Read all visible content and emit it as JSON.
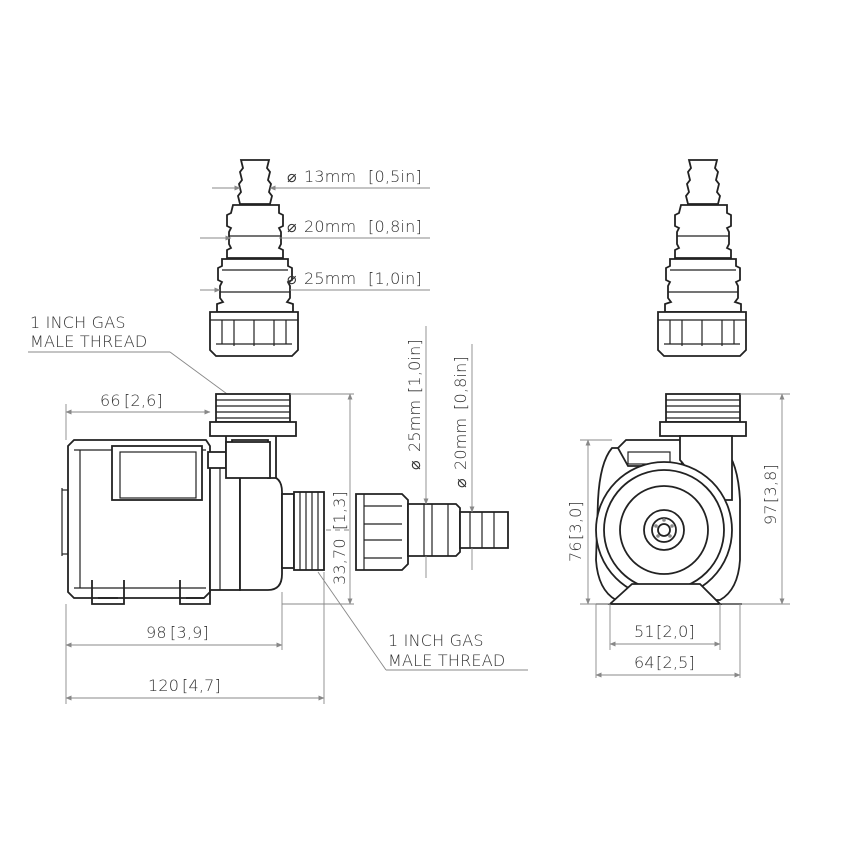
{
  "colors": {
    "outline": "#222222",
    "dimension": "#888888",
    "text": "#333333",
    "background": "#ffffff"
  },
  "dimensions": {
    "hose_13": {
      "value": "13mm",
      "bracket": "[0,5in]"
    },
    "hose_20": {
      "value": "20mm",
      "bracket": "[0,8in]"
    },
    "hose_25": {
      "value": "25mm",
      "bracket": "[1,0in]"
    },
    "side_25": {
      "value": "25mm",
      "bracket": "[1,0in]"
    },
    "side_20": {
      "value": "20mm",
      "bracket": "[0,8in]"
    },
    "width_66": {
      "value": "66",
      "bracket": "[2,6]"
    },
    "height_33": {
      "value": "33,70",
      "bracket": "[1,3]"
    },
    "length_98": {
      "value": "98",
      "bracket": "[3,9]"
    },
    "length_120": {
      "value": "120",
      "bracket": "[4,7]"
    },
    "height_76": {
      "value": "76",
      "bracket": "[3,0]"
    },
    "height_97": {
      "value": "97",
      "bracket": "[3,8]"
    },
    "width_51": {
      "value": "51",
      "bracket": "[2,0]"
    },
    "width_64": {
      "value": "64",
      "bracket": "[2,5]"
    },
    "diameter_symbol": "⌀"
  },
  "annotations": {
    "top_thread": {
      "line1": "1 INCH GAS",
      "line2": "MALE  THREAD"
    },
    "side_thread": {
      "line1": "1 INCH GAS",
      "line2": "MALE  THREAD"
    }
  }
}
